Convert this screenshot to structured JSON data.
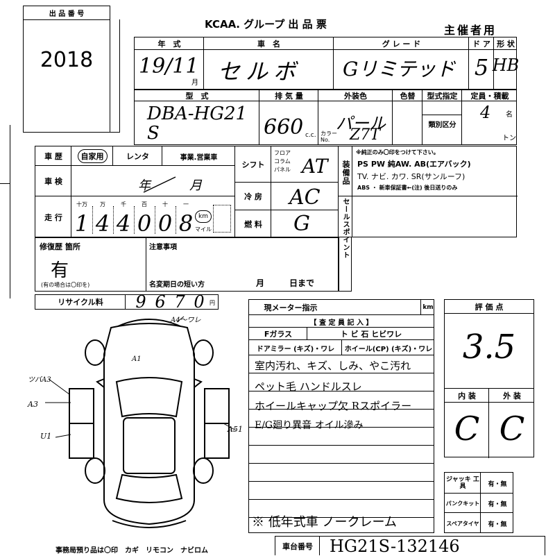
{
  "lot": {
    "label": "出 品 番 号",
    "number": "2018"
  },
  "header": {
    "title_brand": "KCAA",
    "title_rest": ". グループ 出 品 票",
    "organizer": "主催者用"
  },
  "labels": {
    "year": "年　式",
    "car_name": "車　名",
    "grade": "グ レ ー ド",
    "doors": "ド ア",
    "shape": "形 状",
    "model": "型　式",
    "displacement": "排 気 量",
    "color": "外装色",
    "color_change": "色替",
    "model_designation": "型式指定",
    "capacity": "定員・積載",
    "category": "類別区分",
    "cc": "c.c.",
    "color_no": "カラー No.",
    "persons": "名",
    "tons": "トン",
    "history": "車 歴",
    "private": "自家用",
    "rental": "レンタ",
    "business": "事業.営業車",
    "shift": "シフト",
    "shift_opts": "フロア コラム パネル",
    "inspection": "車 検",
    "insp_year": "年",
    "insp_month": "月",
    "cooling": "冷 房",
    "fuel": "燃 料",
    "mileage": "走 行",
    "mileage_units": [
      "十万",
      "万",
      "千",
      "百",
      "十",
      "一"
    ],
    "km": "km",
    "mile": "マイル",
    "equipment": "装備品",
    "equip_note": "※純正のみ〇印をつけて下さい。",
    "equip_line1": "PS PW 純AW. AB(エアバック)",
    "equip_line2": "TV. ナビ. カワ. SR(サンルーフ)",
    "equip_line3": "ABS ・ 新車保証書←(注) 後日送りのみ",
    "sales_point": "セールスポイント",
    "repair": "修復歴 箇所",
    "repair_note": "(有の場合は〇印を)",
    "notice": "注意事項",
    "name_change": "名変期日の短い方",
    "month": "月",
    "day": "日まで",
    "recycle": "リサイクル料",
    "yen": "円",
    "meter": "現メーター指示",
    "meter_km": "km",
    "inspector": "【 査 定 員 記 入 】",
    "fglass": "Fガラス",
    "fglass_opts": "ト ビ 石  ヒビワレ",
    "door_mirror": "ドアミラー (キズ)・ワレ",
    "wheel": "ホイール(CP) (キズ)・ワレ",
    "score": "評 価 点",
    "interior": "内 装",
    "exterior": "外 装",
    "jack": "ジャッキ 工 具",
    "puncture_kit": "パンクキット",
    "spare_tire": "スペアタイヤ",
    "yes_no": "有・無",
    "chassis": "車台番号",
    "footer": "事務局預り品は〇印　カギ　リモコン　ナビロム"
  },
  "values": {
    "year": "19/11",
    "year_suffix": "月",
    "car_name": "セルボ",
    "grade": "Gリミテッド",
    "doors": "5",
    "shape": "HB",
    "model": "DBA-HG21S",
    "displacement": "660",
    "color": "パール",
    "color_no": "Z7T",
    "capacity": "4",
    "shift": "AT",
    "cooling": "AC",
    "fuel": "G",
    "mileage_digits": [
      "1",
      "4",
      "4",
      "0",
      "0",
      "8"
    ],
    "repair": "有",
    "recycle_digits": [
      "9",
      "6",
      "7",
      "0"
    ],
    "score": "3.5",
    "interior": "C",
    "exterior": "C",
    "notes": [
      "室内汚れ、キズ、しみ、やこ汚れ",
      "ペット毛 ハンドルスレ",
      "ホイールキャップ欠 Rスポイラー",
      "E/G廻り異音 オイル滲み"
    ],
    "special": "※ 低年式車 ノークレーム",
    "chassis": "HG21S-132146",
    "diagram_marks": [
      "A4～ワレ",
      "A1",
      "ツバA3",
      "A3",
      "U1",
      "A51"
    ]
  }
}
